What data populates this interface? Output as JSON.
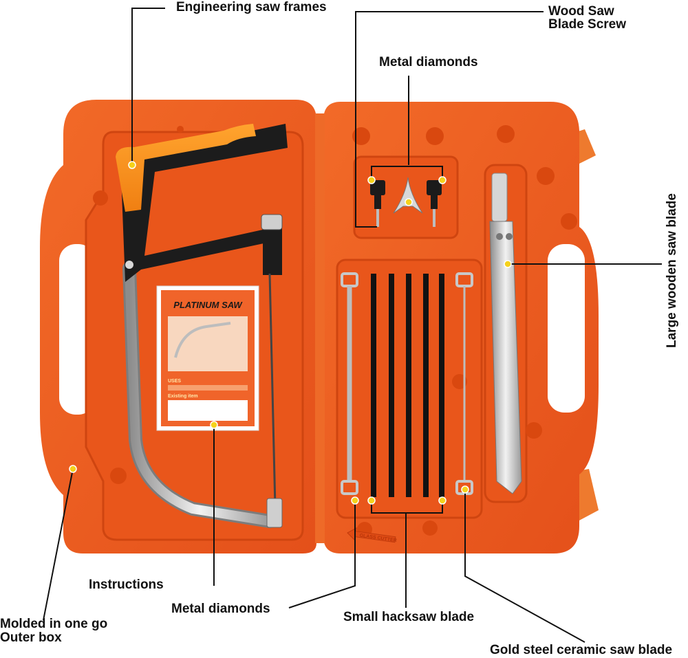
{
  "labels": {
    "engineering_saw_frames": "Engineering saw frames",
    "wood_saw_screw_line1": "Wood Saw",
    "wood_saw_screw_line2": "Blade Screw",
    "metal_diamonds_top": "Metal diamonds",
    "large_wooden_saw_blade": "Large wooden saw blade",
    "instructions": "Instructions",
    "metal_diamonds_bottom": "Metal diamonds",
    "molded_line1": "Molded in one go",
    "molded_line2": "Outer box",
    "small_hacksaw_blade": "Small hacksaw blade",
    "gold_steel_ceramic": "Gold steel ceramic saw blade"
  },
  "manual": {
    "title": "PLATINUM SAW",
    "uses": "USES",
    "existing_item": "Existing item"
  },
  "case": {
    "glass_cutter": "GLASS CUTTER"
  },
  "colors": {
    "case_orange": "#ef5a1c",
    "case_shadow": "#c8400f",
    "handle_orange": "#f7941d",
    "frame_black": "#1c1c1c",
    "steel": "#c9c9c9",
    "marker_yellow": "#f5d21c"
  }
}
